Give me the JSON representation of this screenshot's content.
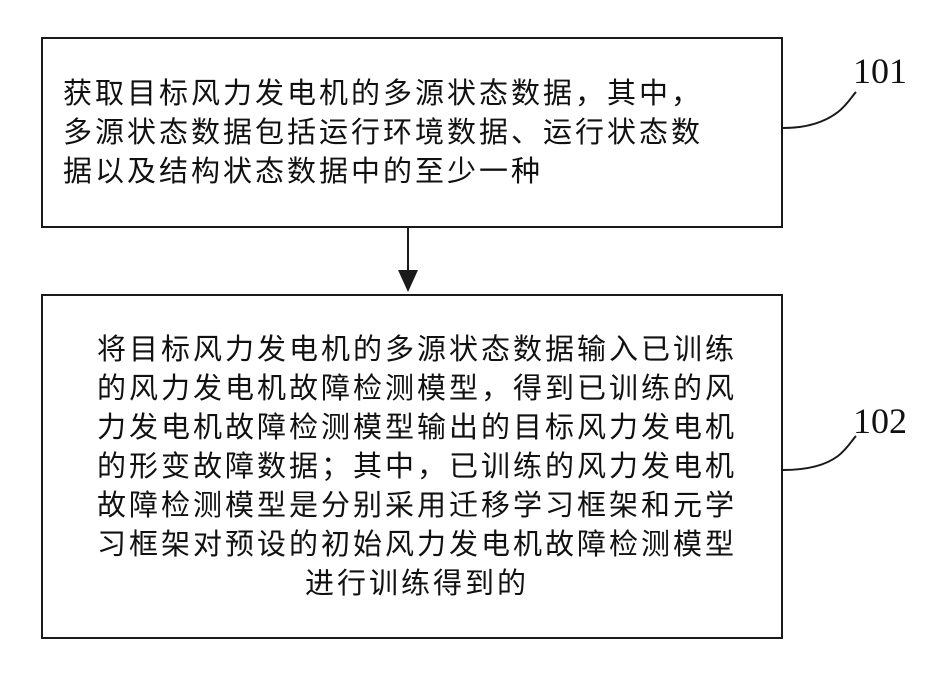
{
  "steps": [
    {
      "id": "101",
      "lines": [
        "获取目标风力发电机的多源状态数据，其中，",
        "多源状态数据包括运行环境数据、运行状态数",
        "据以及结构状态数据中的至少一种"
      ]
    },
    {
      "id": "102",
      "lines": [
        "将目标风力发电机的多源状态数据输入已训练",
        "的风力发电机故障检测模型，得到已训练的风",
        "力发电机故障检测模型输出的目标风力发电机",
        "的形变故障数据；其中，已训练的风力发电机",
        "故障检测模型是分别采用迁移学习框架和元学",
        "习框架对预设的初始风力发电机故障检测模型",
        "进行训练得到的"
      ]
    }
  ]
}
